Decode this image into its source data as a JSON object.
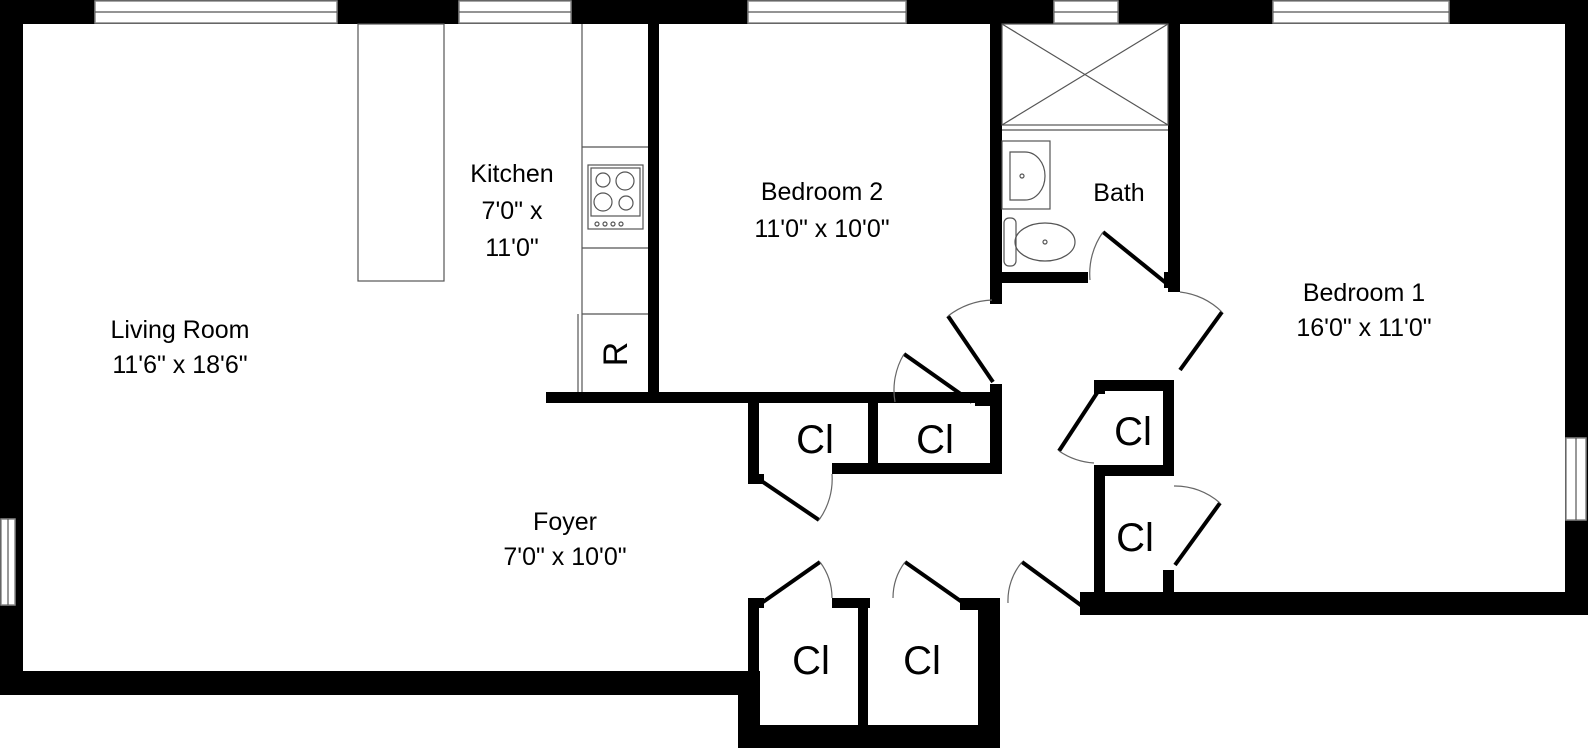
{
  "plan": {
    "rooms": [
      {
        "id": "living",
        "name": "Living Room",
        "dims": "11'6\" x 18'6\""
      },
      {
        "id": "kitchen",
        "name": "Kitchen",
        "dims_line1": "7'0\" x",
        "dims_line2": "11'0\""
      },
      {
        "id": "bedroom2",
        "name": "Bedroom 2",
        "dims": "11'0\" x 10'0\""
      },
      {
        "id": "bath",
        "name": "Bath"
      },
      {
        "id": "bedroom1",
        "name": "Bedroom 1",
        "dims": "16'0\" x 11'0\""
      },
      {
        "id": "foyer",
        "name": "Foyer",
        "dims": "7'0\" x 10'0\""
      }
    ],
    "closets": [
      "Cl",
      "Cl",
      "Cl",
      "Cl",
      "Cl",
      "Cl"
    ],
    "refrigerator_label": "R",
    "colors": {
      "wall": "#000000",
      "background": "#ffffff",
      "fixture_line": "#555555",
      "window_line": "#888888"
    }
  }
}
